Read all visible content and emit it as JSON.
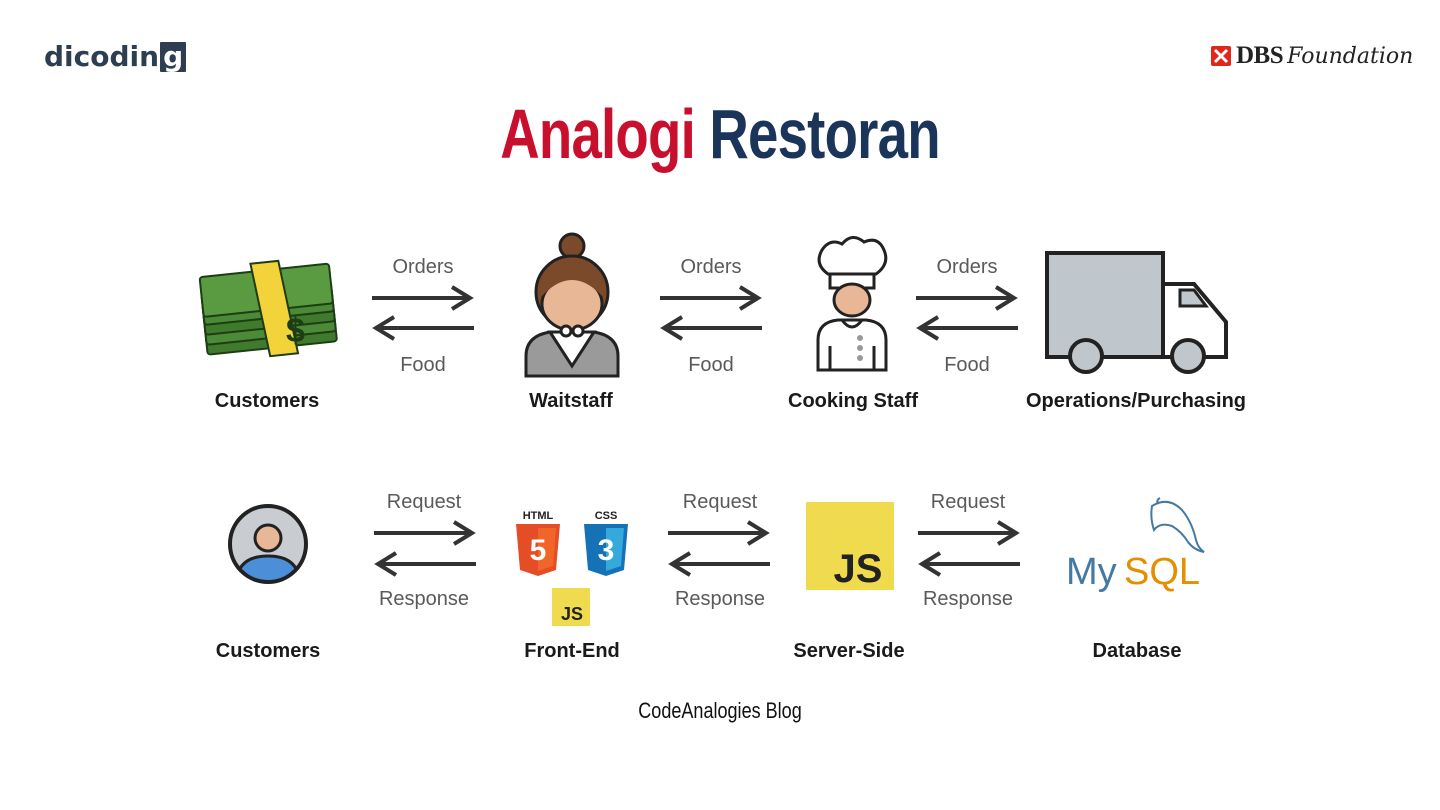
{
  "logos": {
    "left": {
      "text_main": "dicodin",
      "text_box": "g"
    },
    "right": {
      "brand": "DBS",
      "sub": "Foundation"
    }
  },
  "title": {
    "word1": "Analogi",
    "word2": "Restoran"
  },
  "top_row": {
    "nodes": [
      {
        "label": "Customers",
        "icon": "money-icon"
      },
      {
        "label": "Waitstaff",
        "icon": "waiter-icon"
      },
      {
        "label": "Cooking Staff",
        "icon": "chef-icon"
      },
      {
        "label": "Operations/Purchasing",
        "icon": "truck-icon"
      }
    ],
    "arrows": [
      {
        "forward": "Orders",
        "back": "Food"
      },
      {
        "forward": "Orders",
        "back": "Food"
      },
      {
        "forward": "Orders",
        "back": "Food"
      }
    ]
  },
  "bottom_row": {
    "nodes": [
      {
        "label": "Customers",
        "icon": "user-avatar-icon"
      },
      {
        "label": "Front-End",
        "icon": "html-css-js-icon"
      },
      {
        "label": "Server-Side",
        "icon": "js-icon"
      },
      {
        "label": "Database",
        "icon": "mysql-icon"
      }
    ],
    "arrows": [
      {
        "forward": "Request",
        "back": "Response"
      },
      {
        "forward": "Request",
        "back": "Response"
      },
      {
        "forward": "Request",
        "back": "Response"
      }
    ]
  },
  "icon_text": {
    "html": "HTML",
    "css": "CSS",
    "js": "JS",
    "js_big": "JS",
    "html_num": "5",
    "css_num": "3",
    "dollar": "$",
    "mysql_a": "My",
    "mysql_b": "SQL"
  },
  "footer": "CodeAnalogies Blog",
  "colors": {
    "red": "#c8102e",
    "navy": "#1b3459",
    "money_green": "#3f7a2d",
    "js_yellow": "#f0db4f",
    "html_orange": "#e44d26",
    "css_blue": "#1572b6",
    "mysql_blue": "#4479a1",
    "mysql_orange": "#e48e00",
    "truck_gray": "#bfc7cc",
    "avatar_blue": "#4a8fd8"
  }
}
